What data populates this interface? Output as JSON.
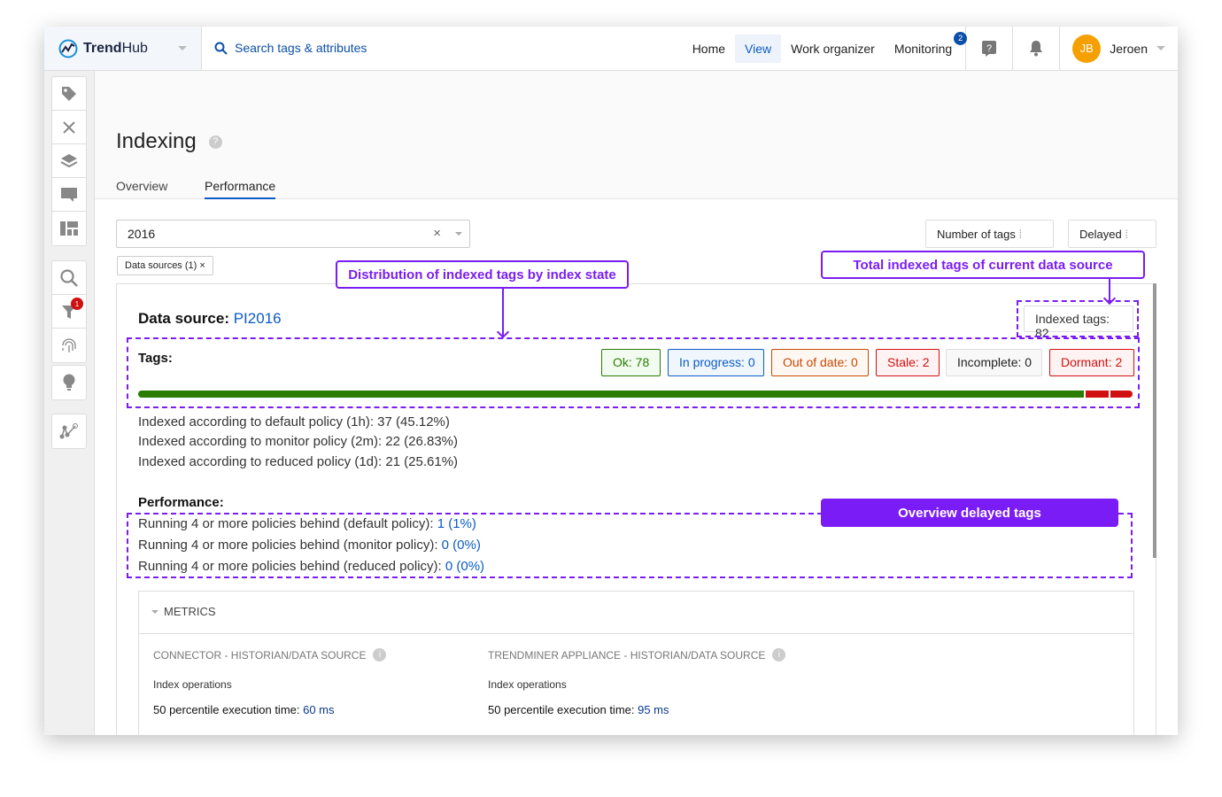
{
  "app": {
    "name_a": "Trend",
    "name_b": "Hub"
  },
  "search": {
    "placeholder": "Search tags & attributes"
  },
  "nav": {
    "items": [
      "Home",
      "View",
      "Work organizer",
      "Monitoring"
    ],
    "active": "View",
    "monitoring_badge": "2",
    "user_initials": "JB",
    "user_name": "Jeroen"
  },
  "rail": {
    "filter_badge": "1"
  },
  "page": {
    "title": "Indexing",
    "tabs": [
      "Overview",
      "Performance"
    ],
    "active_tab": "Performance"
  },
  "filters": {
    "datasource_value": "2016",
    "chip": "Data sources (1)",
    "sort1": "Number of tags",
    "sort2": "Delayed"
  },
  "datasource": {
    "label": "Data source:",
    "name": "PI2016",
    "indexed_tags": "Indexed tags: 82"
  },
  "tags": {
    "label": "Tags:",
    "states": [
      {
        "label": "Ok: 78",
        "color": "#2a7d00",
        "bg": "#f2fbf0",
        "value": 78
      },
      {
        "label": "In progress: 0",
        "color": "#0b5cc4",
        "bg": "#f0f6fd",
        "value": 0
      },
      {
        "label": "Out of date: 0",
        "color": "#c54a00",
        "bg": "#fff7f2",
        "value": 0
      },
      {
        "label": "Stale: 2",
        "color": "#d01010",
        "bg": "#fff2f2",
        "value": 2
      },
      {
        "label": "Incomplete: 0",
        "color": "#222222",
        "bg": "#f8f8f8",
        "border": "#dddddd",
        "value": 0
      },
      {
        "label": "Dormant: 2",
        "color": "#d01010",
        "bg": "#fff2f2",
        "value": 2
      }
    ]
  },
  "policies": [
    "Indexed according to default policy (1h): 37 (45.12%)",
    "Indexed according to monitor policy (2m): 22 (26.83%)",
    "Indexed according to reduced policy (1d): 21 (25.61%)"
  ],
  "performance": {
    "label": "Performance:",
    "rows": [
      {
        "text": "Running 4 or more policies behind (default policy): ",
        "value": "1 (1%)"
      },
      {
        "text": "Running 4 or more policies behind (monitor policy): ",
        "value": "0 (0%)"
      },
      {
        "text": "Running 4 or more policies behind (reduced policy): ",
        "value": "0 (0%)"
      }
    ]
  },
  "metrics": {
    "title": "METRICS",
    "cols": [
      {
        "heading": "CONNECTOR - HISTORIAN/DATA SOURCE",
        "sub": "Index operations",
        "stat": "50 percentile execution time: ",
        "value": "60 ms"
      },
      {
        "heading": "TRENDMINER APPLIANCE - HISTORIAN/DATA SOURCE",
        "sub": "Index operations",
        "stat": "50 percentile execution time: ",
        "value": "95 ms"
      }
    ]
  },
  "annotations": {
    "distribution": "Distribution of indexed tags by index state",
    "total": "Total indexed tags of current data source",
    "delayed": "Overview delayed tags",
    "color": "#7a1cf5"
  }
}
